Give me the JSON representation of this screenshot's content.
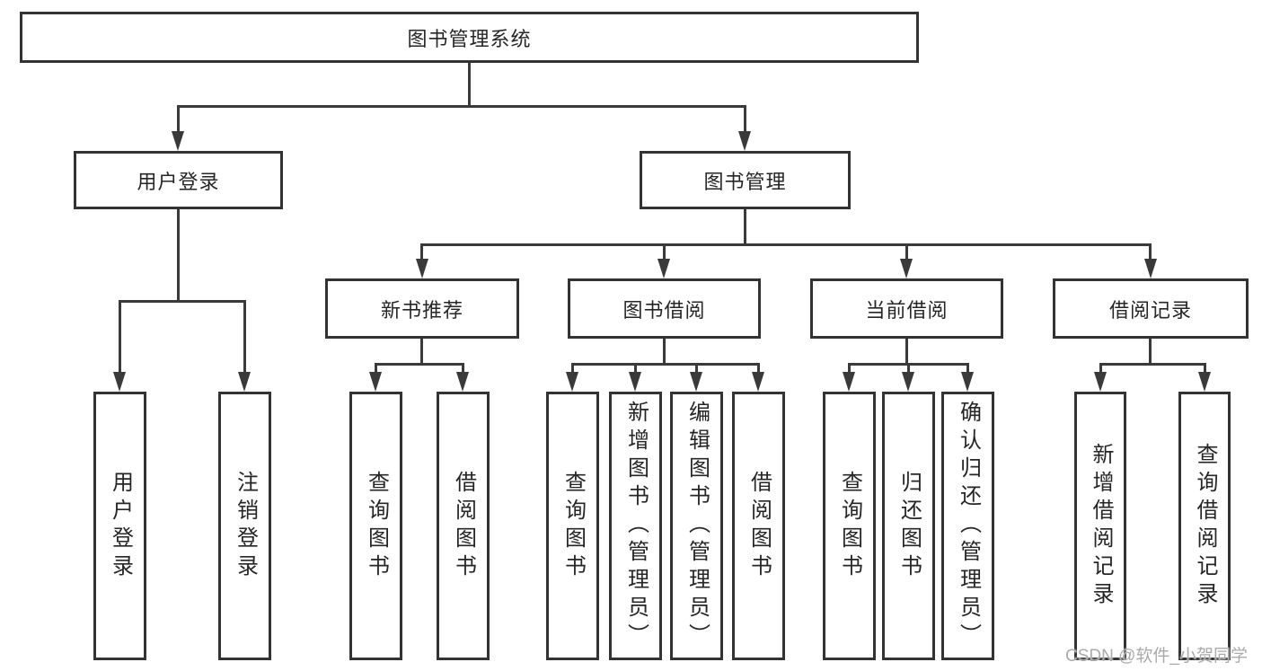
{
  "nodes": {
    "root": "图书管理系统",
    "user_login": "用户登录",
    "book_mgmt": "图书管理",
    "new_book_rec": "新书推荐",
    "book_borrow": "图书借阅",
    "current_borrow": "当前借阅",
    "borrow_record": "借阅记录",
    "leaf_user_login": "用户登录",
    "leaf_logout": "注销登录",
    "leaf_nbr_query": "查询图书",
    "leaf_nbr_borrow": "借阅图书",
    "leaf_bb_query": "查询图书",
    "leaf_bb_add": "新增图书（管理员）",
    "leaf_bb_edit": "编辑图书（管理员）",
    "leaf_bb_borrow": "借阅图书",
    "leaf_cb_query": "查询图书",
    "leaf_cb_return": "归还图书",
    "leaf_cb_confirm": "确认归还（管理员）",
    "leaf_br_add": "新增借阅记录",
    "leaf_br_query": "查询借阅记录"
  },
  "watermark": "CSDN @软件_小贺同学",
  "colors": {
    "line": "#3a3a3a",
    "box_border": "#333333",
    "text": "#262626",
    "watermark": "#ababab",
    "background": "#ffffff"
  }
}
